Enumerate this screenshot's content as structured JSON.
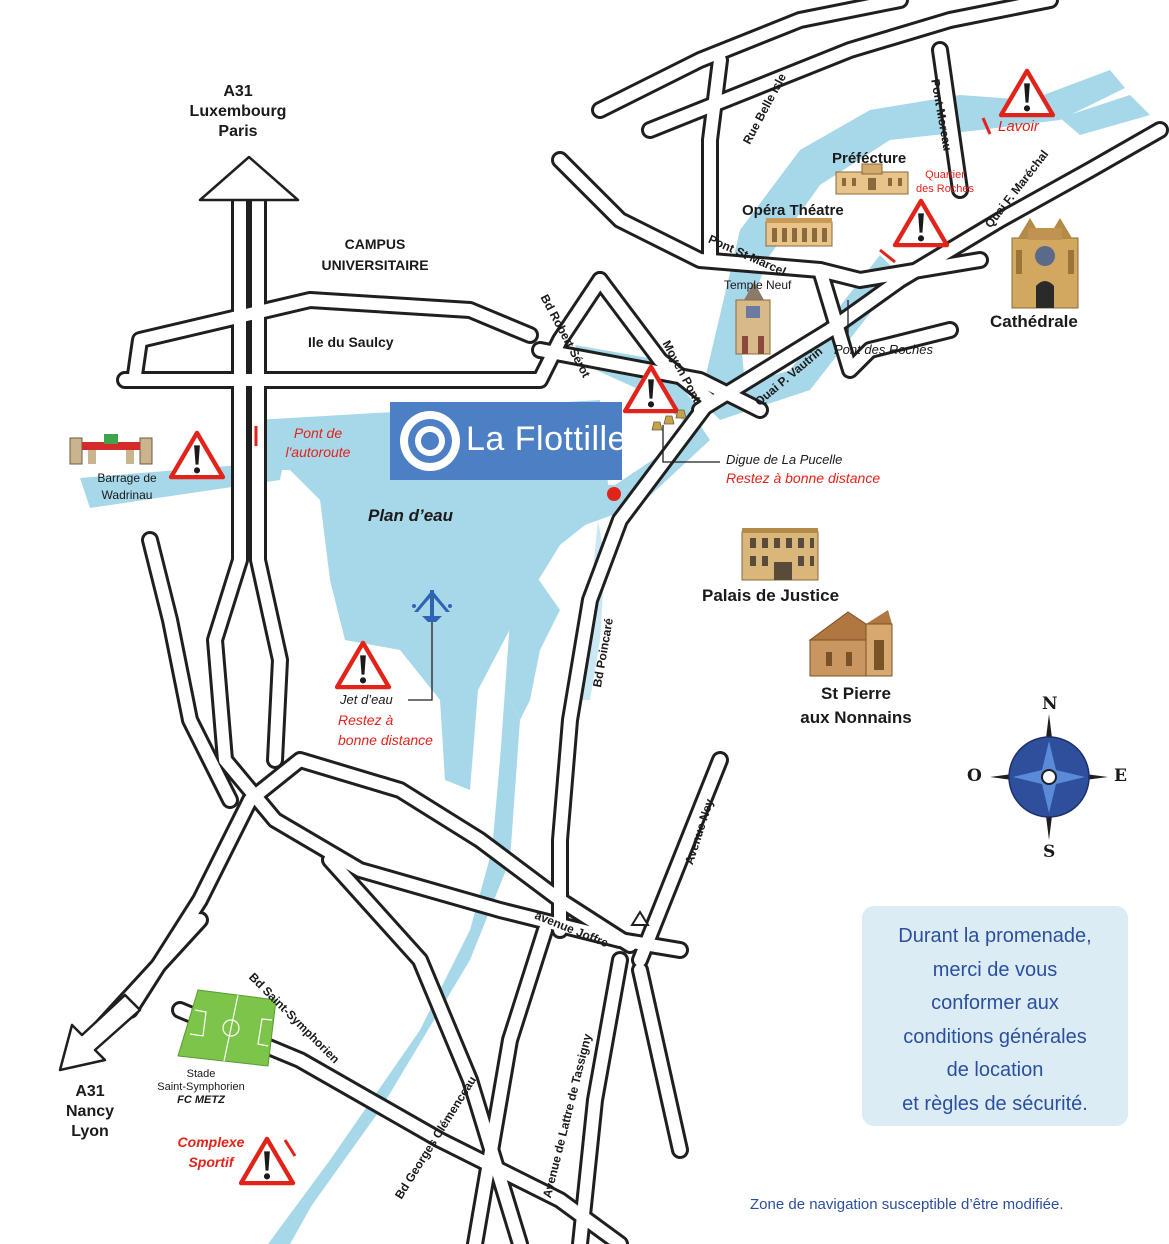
{
  "map": {
    "colors": {
      "water": "#a7d8ea",
      "road_fill": "#ffffff",
      "road_outline": "#1f1f1f",
      "warning_red": "#e2231a",
      "logo_blue": "#4c7fc4",
      "info_text": "#2b4f9e",
      "info_bg": "#dcecf5",
      "compass_blue": "#2d4f9c"
    },
    "highway_north": [
      "A31",
      "Luxembourg",
      "Paris"
    ],
    "highway_south": [
      "A31",
      "Nancy",
      "Lyon"
    ],
    "campus": [
      "CAMPUS",
      "UNIVERSITAIRE"
    ],
    "ile_saulcy": "Ile du Saulcy",
    "barrage": [
      "Barrage de",
      "Wadrinau"
    ],
    "pont_autoroute": [
      "Pont de",
      "l'autoroute"
    ],
    "logo": "La Flottille",
    "plan_eau": "Plan d’eau",
    "jet_eau": [
      "Jet d’eau",
      "Restez à",
      "bonne distance"
    ],
    "digue": [
      "Digue de La Pucelle",
      "Restez à bonne distance"
    ],
    "bd_robert_serot": "Bd Robert Sérot",
    "moyen_pont": "Moyen Pont",
    "rue_belle_isle": "Rue Belle Isle",
    "pont_moreau": "Pont Moreau",
    "lavoir": "Lavoir",
    "prefecture": "Préfécture",
    "quartier_roches": [
      "Quartier",
      "des Roches"
    ],
    "opera": "Opéra Théatre",
    "pont_st_marcel": "Pont St Marcel",
    "temple_neuf": "Temple Neuf",
    "quai_vautrin": "Quai P. Vautrin",
    "pont_roches": "Pont des Roches",
    "quai_marechal": "Quai F. Maréchal",
    "cathedrale": "Cathédrale",
    "palais": "Palais de Justice",
    "st_pierre": [
      "St Pierre",
      "aux Nonnains"
    ],
    "bd_poincare": "Bd Poincaré",
    "avenue_ney": "Avenue Ney",
    "avenue_joffre": "avenue Joffre",
    "bd_st_symphorien": "Bd Saint-Symphorien",
    "stade": [
      "Stade",
      "Saint-Symphorien",
      "FC METZ"
    ],
    "complexe": [
      "Complexe",
      "Sportif"
    ],
    "bd_clemenceau": "Bd Georges Clémenceau",
    "av_lattre": "Avenue de Lattre de Tassigny",
    "compass": {
      "n": "N",
      "s": "S",
      "e": "E",
      "o": "O"
    }
  },
  "info_box": [
    "Durant la promenade,",
    "merci de vous",
    "conformer aux",
    "conditions générales",
    "de location",
    "et règles de sécurité."
  ],
  "footer_note": "Zone de navigation susceptible d’être modifiée."
}
